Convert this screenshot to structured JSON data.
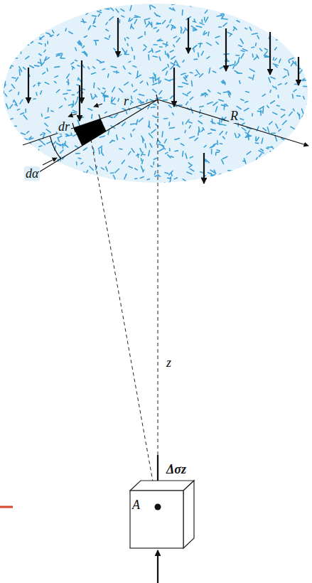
{
  "diagram": {
    "nodes": [
      {
        "text": [
          "A"
        ]
      }
    ],
    "labels": [
      "dr",
      "r",
      "dα",
      "R",
      "z",
      "Δσz"
    ]
  }
}
